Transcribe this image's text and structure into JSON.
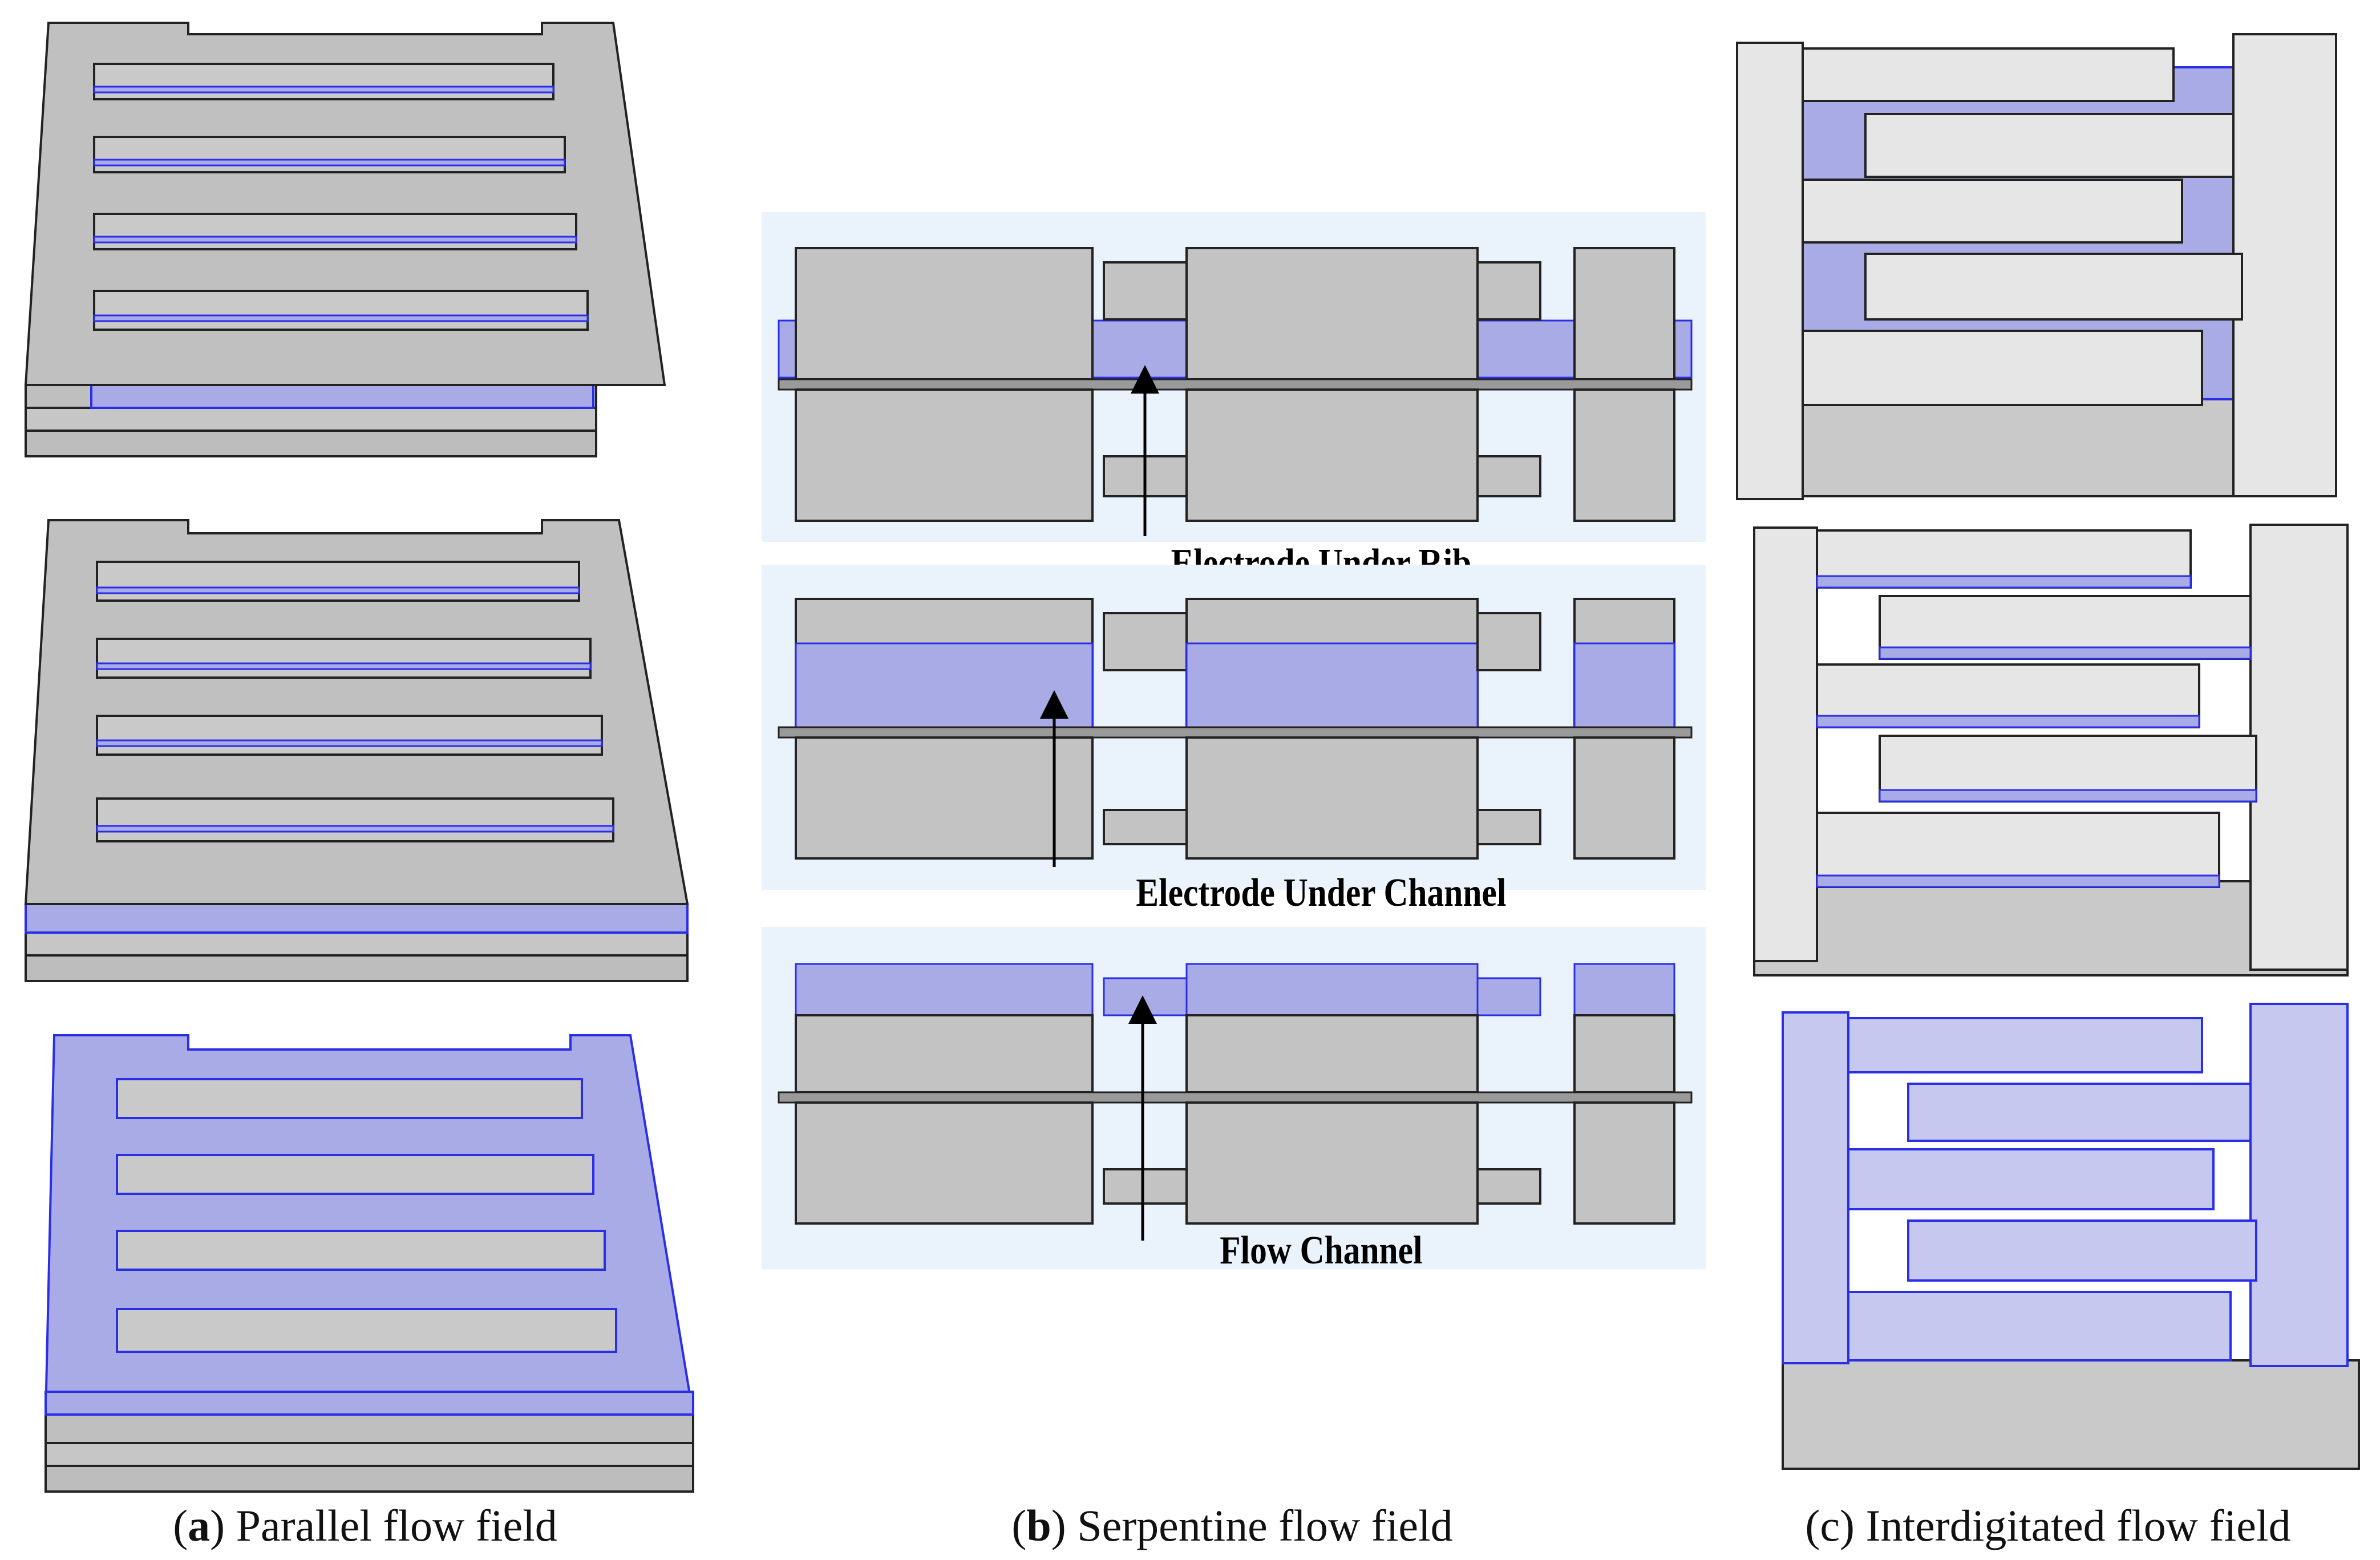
{
  "colors": {
    "rib_gray": "#c3c3c3",
    "rib_top": "#bdbdbd",
    "rib_side": "#a8a8a8",
    "electrode_blue": "#a9abe6",
    "blue_edge": "#2a2ee6",
    "edge": "#222222",
    "panel_bg": "#eaf3fc",
    "light_rib": "#e6e6e6"
  },
  "labels": {
    "electrode_under_rib": "Electrode Under Rib",
    "electrode_under_channel": "Electrode Under Channel",
    "flow_channel": "Flow Channel"
  },
  "captions": {
    "a": {
      "letter": "a",
      "text": "Parallel flow field"
    },
    "b": {
      "letter": "b",
      "text": "Serpentine flow field"
    },
    "c": {
      "letter": "c",
      "text": "Interdigitated flow field"
    }
  }
}
